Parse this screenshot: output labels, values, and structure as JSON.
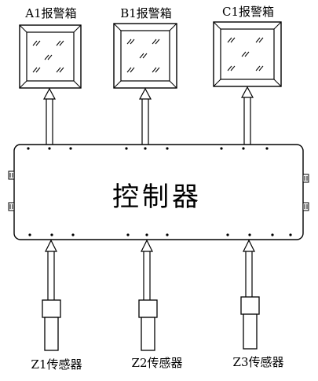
{
  "alarm_boxes": [
    {
      "label": "A1报警箱"
    },
    {
      "label": "B1报警箱"
    },
    {
      "label": "C1报警箱"
    }
  ],
  "controller": {
    "label": "控制器"
  },
  "sensors": [
    {
      "label": "Z1传感器"
    },
    {
      "label": "Z2传感器"
    },
    {
      "label": "Z3传感器"
    }
  ]
}
